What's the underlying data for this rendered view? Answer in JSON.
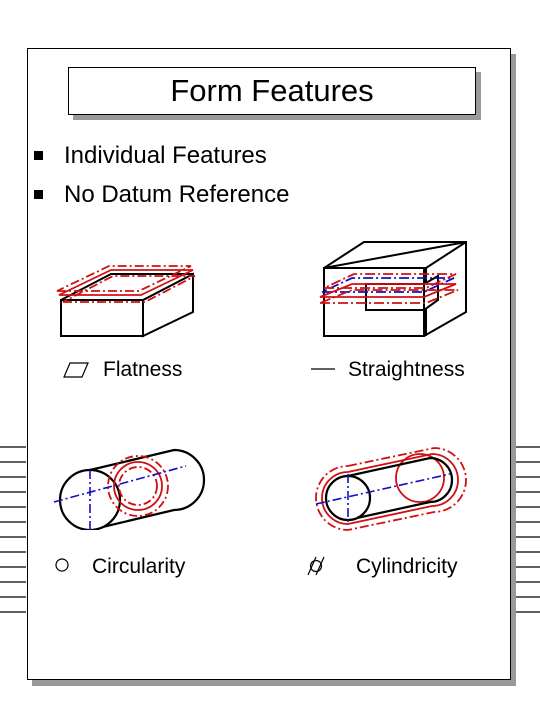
{
  "slide": {
    "title": "Form Features",
    "bullets": [
      "Individual Features",
      "No Datum Reference"
    ]
  },
  "features": [
    {
      "symbol_icon": "flatness-symbol-icon",
      "label": "Flatness"
    },
    {
      "symbol_icon": "straightness-symbol-icon",
      "label": "Straightness"
    },
    {
      "symbol_icon": "circularity-symbol-icon",
      "label": "Circularity"
    },
    {
      "symbol_icon": "cylindricity-symbol-icon",
      "label": "Cylindricity"
    }
  ],
  "colors": {
    "outline": "#000000",
    "tolerance_zone": "#d01010",
    "center_axis": "#1010c0",
    "shadow": "#9a9a9a"
  }
}
